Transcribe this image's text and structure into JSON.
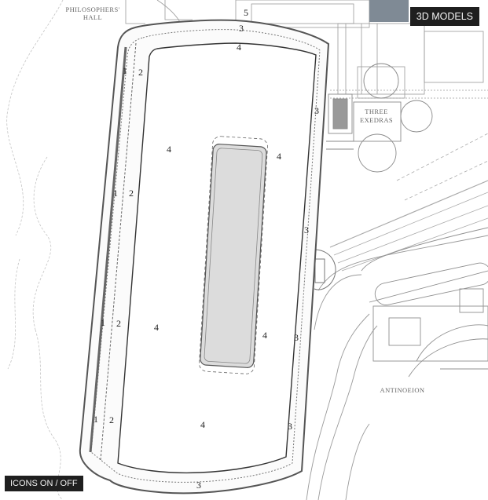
{
  "buttons": {
    "models_3d": "3D MODELS",
    "icons_toggle": "ICONS ON / OFF"
  },
  "places": {
    "philosophers_hall_line1": "PHILOSOPHERS'",
    "philosophers_hall_line2": "HALL",
    "three_exedras_line1": "THREE",
    "three_exedras_line2": "EXEDRAS",
    "antinoeion": "ANTINOEION"
  },
  "markers": {
    "m5": "5",
    "m3_top": "3",
    "m4_top": "4",
    "m1_a": "1",
    "m2_a": "2",
    "m3_exedra": "3",
    "m4_left_upper": "4",
    "m4_right_upper": "4",
    "m1_b": "1",
    "m2_b": "2",
    "m3_right_mid": "3",
    "m1_c": "1",
    "m2_c": "2",
    "m4_left_lower": "4",
    "m4_right_lower": "4",
    "m3_right_lower": "3",
    "m1_d": "1",
    "m2_d": "2",
    "m4_bottom": "4",
    "m3_right_bottom": "3",
    "m3_bottom": "3"
  },
  "colors": {
    "line": "#555555",
    "faint": "#b8b8b8",
    "pool": "#d9d9d9",
    "button_bg": "#1f1f1f"
  }
}
